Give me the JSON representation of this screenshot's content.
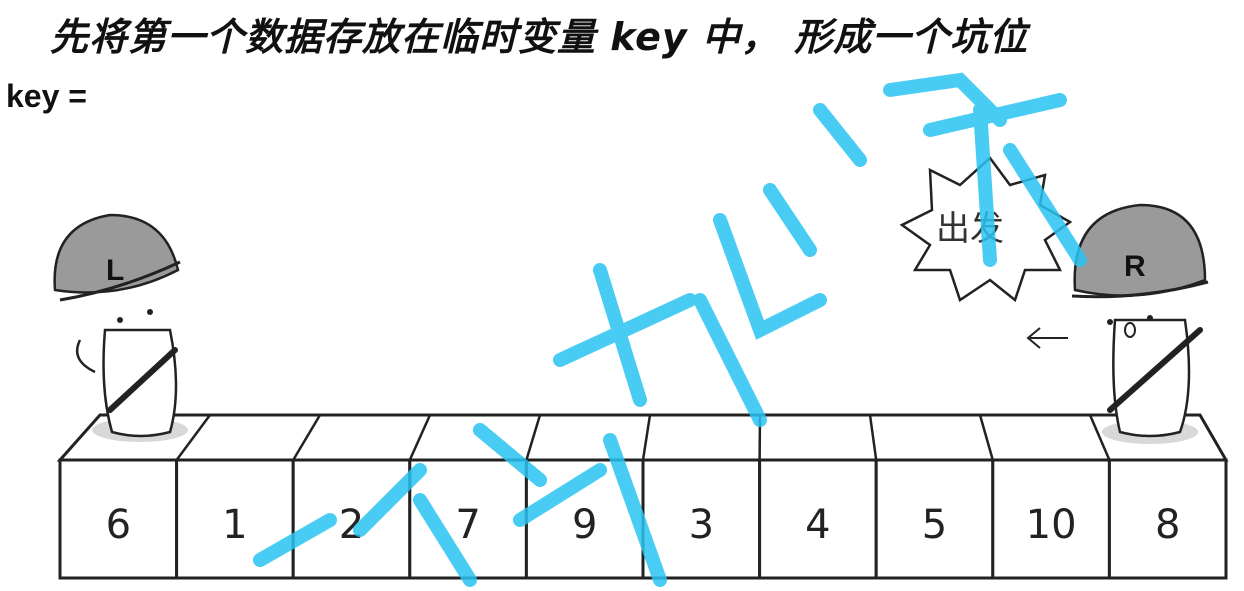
{
  "title": "先将第一个数据存放在临时变量 key 中， 形成一个坑位",
  "key_label": "key =",
  "array": [
    "6",
    "1",
    "2",
    "7",
    "9",
    "3",
    "4",
    "5",
    "10",
    "8"
  ],
  "left_pointer": "L",
  "right_pointer": "R",
  "speech_bubble": "出发",
  "watermark": "就业课",
  "colors": {
    "watermark": "#29c4f2",
    "ink": "#222222"
  },
  "icons": [
    "helmet-soldier-left",
    "helmet-soldier-right",
    "left-arrow-icon"
  ]
}
